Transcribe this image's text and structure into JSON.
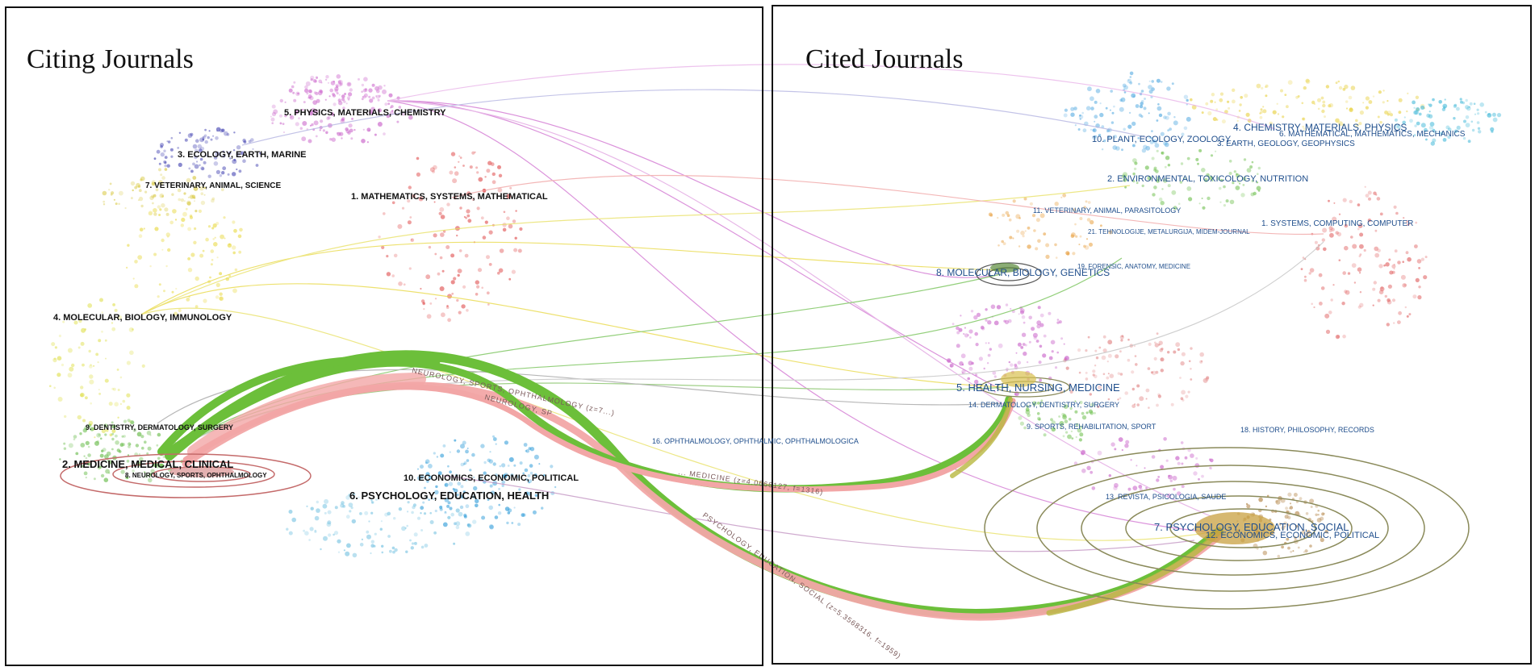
{
  "panels": {
    "left_title": "Citing Journals",
    "right_title": "Cited Journals"
  },
  "citing_clusters": [
    {
      "id": 5,
      "label": "5. PHYSICS, MATERIALS, CHEMISTRY",
      "color": "#c84fc8"
    },
    {
      "id": 3,
      "label": "3. ECOLOGY, EARTH, MARINE",
      "color": "#3b3bb0"
    },
    {
      "id": 7,
      "label": "7. VETERINARY, ANIMAL, SCIENCE",
      "color": "#d8c020"
    },
    {
      "id": 1,
      "label": "1. MATHEMATICS, SYSTEMS, MATHEMATICAL",
      "color": "#e04040"
    },
    {
      "id": 4,
      "label": "4. MOLECULAR, BIOLOGY, IMMUNOLOGY",
      "color": "#e0d020"
    },
    {
      "id": 9,
      "label": "9. DENTISTRY, DERMATOLOGY, SURGERY",
      "color": "#6cc040"
    },
    {
      "id": 2,
      "label": "2. MEDICINE, MEDICAL, CLINICAL",
      "color": "#50b030"
    },
    {
      "id": 8,
      "label": "8. NEUROLOGY, SPORTS, OPHTHALMOLOGY",
      "color": "#d06a6a"
    },
    {
      "id": 10,
      "label": "10. ECONOMICS, ECONOMIC, POLITICAL",
      "color": "#2a9ad8"
    },
    {
      "id": 6,
      "label": "6. PSYCHOLOGY, EDUCATION, HEALTH",
      "color": "#2a9ad8"
    }
  ],
  "cited_clusters": [
    {
      "id": 4,
      "label": "4. CHEMISTRY, MATERIALS, PHYSICS"
    },
    {
      "id": 6,
      "label": "6. MATHEMATICAL, MATHEMATICS, MECHANICS"
    },
    {
      "id": 10,
      "label": "10. PLANT, ECOLOGY, ZOOLOGY"
    },
    {
      "id": 3,
      "label": "3. EARTH, GEOLOGY, GEOPHYSICS"
    },
    {
      "id": 2,
      "label": "2. ENVIRONMENTAL, TOXICOLOGY, NUTRITION"
    },
    {
      "id": 11,
      "label": "11. VETERINARY, ANIMAL, PARASITOLOGY"
    },
    {
      "id": 21,
      "label": "21. TEHNOLOGIJE, METALURGIJA, MIDEM-JOURNAL"
    },
    {
      "id": 1,
      "label": "1. SYSTEMS, COMPUTING, COMPUTER"
    },
    {
      "id": 8,
      "label": "8. MOLECULAR, BIOLOGY, GENETICS"
    },
    {
      "id": 19,
      "label": "19. FORENSIC, ANATOMY, MEDICINE"
    },
    {
      "id": 5,
      "label": "5. HEALTH, NURSING, MEDICINE"
    },
    {
      "id": 14,
      "label": "14. DERMATOLOGY, DENTISTRY, SURGERY"
    },
    {
      "id": 9,
      "label": "9. SPORTS, REHABILITATION, SPORT"
    },
    {
      "id": 18,
      "label": "18. HISTORY, PHILOSOPHY, RECORDS"
    },
    {
      "id": 16,
      "label": "16. OPHTHALMOLOGY, OPHTHALMIC, OPHTHALMOLOGICA"
    },
    {
      "id": 13,
      "label": "13. REVISTA, PSICOLOGIA, SAUDE"
    },
    {
      "id": 7,
      "label": "7. PSYCHOLOGY, EDUCATION, SOCIAL"
    },
    {
      "id": 12,
      "label": "12. ECONOMICS, ECONOMIC, POLITICAL"
    }
  ],
  "arc_labels": {
    "neuro_sports": "NEUROLOGY, SPORTS, OPHTHALMOLOGY (z=7...)",
    "neuro_short": "NEUROLOGY, SP",
    "health_medicine": "... MEDICINE (z=4.0666127, f=1316)",
    "psych_social": "PSYCHOLOGY, EDUCATION, SOCIAL (z=5.3568316, f=1959)"
  },
  "colors": {
    "frame": "#111111",
    "thick_green": "#6cbf3a",
    "thick_pink": "#f2a6a6",
    "ring": "#8a8a5a",
    "right_label": "#1f4e8c"
  }
}
